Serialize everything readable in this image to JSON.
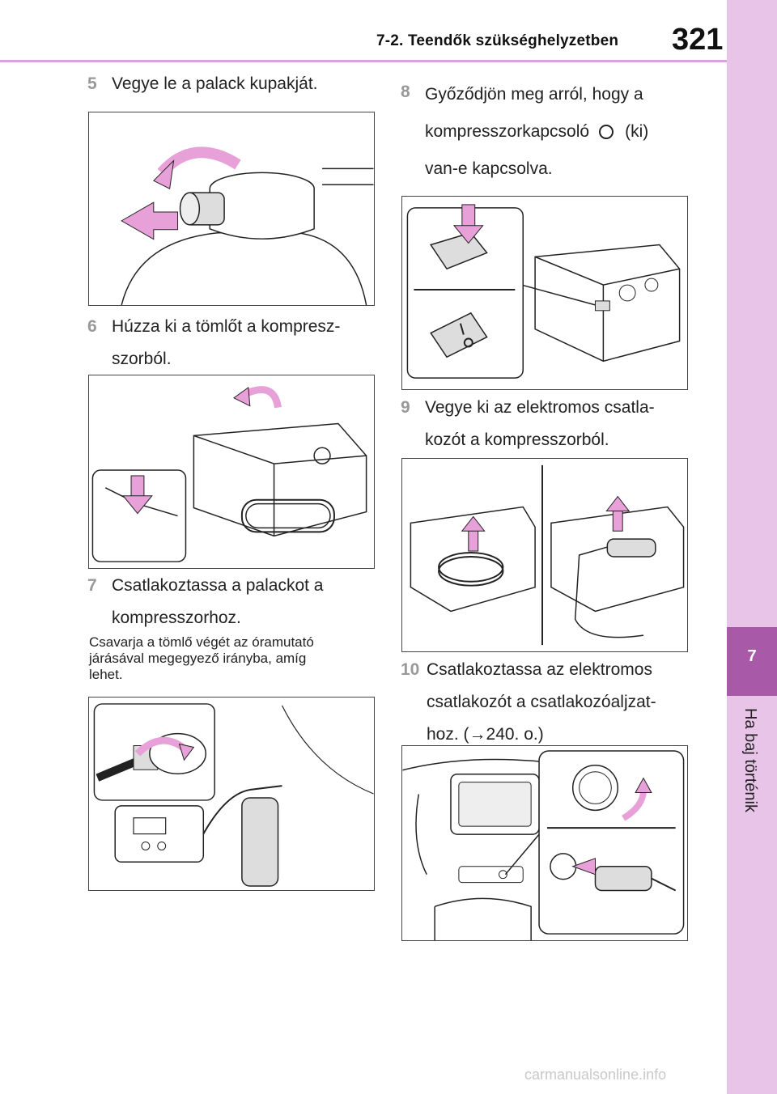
{
  "header": {
    "section_title": "7-2. Teendők szükséghelyzetben",
    "page_number": "321"
  },
  "side_tab": {
    "chapter_number": "7",
    "chapter_title": "Ha baj történik"
  },
  "steps": [
    {
      "num": "5",
      "text": "Vegye le a palack kupakját."
    },
    {
      "num": "6",
      "text": "Húzza ki a tömlőt a kompresz-\nszorból."
    },
    {
      "num": "7",
      "text": "Csatlakoztassa a palackot a\nkompresszorhoz."
    },
    {
      "num": "8",
      "line1": "Győződjön meg arról, hogy a",
      "line2a": "kompresszorkapcsoló",
      "line2b": "(ki)",
      "line3": "van-e kapcsolva."
    },
    {
      "num": "9",
      "text": "Vegye ki az elektromos csatla-\nkozót a kompresszorból."
    },
    {
      "num": "10",
      "text": "Csatlakoztassa az elektromos\ncsatlakozót a csatlakozóaljzat-\nhoz. (→240. o.)"
    }
  ],
  "note_step7": "Csavarja a tömlő végét az óramutató\njárásával megegyező irányba, amíg\nlehet.",
  "watermark": "carmanualsonline.info",
  "colors": {
    "accent_pink": "#e8a0d8",
    "tab_light": "#e8c5e8",
    "tab_dark": "#a85aa8",
    "header_rule": "#d9a5d9"
  },
  "icons": {
    "switch_off": "circle-off-icon"
  }
}
